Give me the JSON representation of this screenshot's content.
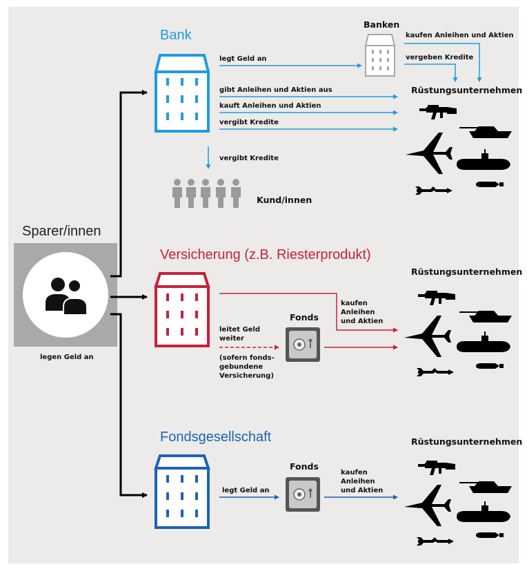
{
  "savers": {
    "title": "Sparer/innen",
    "caption": "legen Geld an"
  },
  "bank": {
    "title": "Bank",
    "banks_label": "Banken",
    "flows": [
      "legt Geld an",
      "gibt Anleihen und Aktien aus",
      "kauft Anleihen und Aktien",
      "vergibt Kredite"
    ],
    "banks_flows": [
      "kaufen Anleihen und Aktien",
      "vergeben Kredite"
    ],
    "down_flow": "vergibt Kredite",
    "customers": "Kund/innen",
    "target": "Rüstungsunternehmen"
  },
  "insurance": {
    "title": "Versicherung (z.B. Riesterprodukt)",
    "fund_label": "Fonds",
    "pass_on": "leitet Geld\nweiter",
    "note": "(sofern fonds-\ngebundene\nVersicherung)",
    "buys": "kaufen\nAnleihen\nund Aktien",
    "target": "Rüstungsunternehmen"
  },
  "fund_company": {
    "title": "Fondsgesellschaft",
    "fund_label": "Fonds",
    "invest": "legt Geld an",
    "buys": "kaufen\nAnleihen\nund Aktien",
    "target": "Rüstungsunternehmen"
  },
  "icons": {
    "bank_building": "building-icon",
    "banks_building": "building-icon",
    "insurance_building": "building-icon",
    "fund_building": "building-icon",
    "safe": "safe-icon",
    "savers": "people-icon",
    "customers": "people-icon",
    "weapons": [
      "rifle-icon",
      "tank-icon",
      "jet-icon",
      "submarine-icon",
      "missile-icon",
      "torpedo-icon"
    ]
  },
  "colors": {
    "bank": "#1f9be0",
    "banks": "#a8a8a8",
    "insurance": "#c8203a",
    "fund": "#1b63b5",
    "savers_box": "#a9a9a9",
    "arrow": "#000000",
    "text": "#111111"
  }
}
